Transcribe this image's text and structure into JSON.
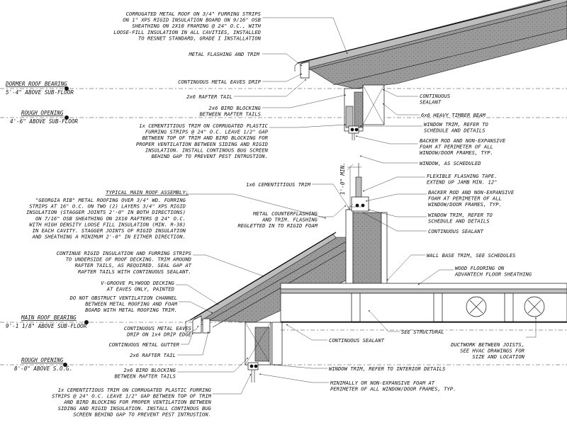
{
  "levels": {
    "dormer_bearing": {
      "title": "DORMER ROOF BEARING",
      "value": "5'-4\" ABOVE SUB-FLOOR"
    },
    "rough_opening_upper": {
      "title": "ROUGH OPENING",
      "value": "4'-6\" ABOVE SUB-FLOOR"
    },
    "main_bearing": {
      "title": "MAIN ROOF BEARING",
      "value": "9'-1 1/8\" ABOVE SUB-FLOOR"
    },
    "rough_opening_lower": {
      "title": "ROUGH OPENING",
      "value": "8'-0\" ABOVE S.O.G."
    }
  },
  "dimension": {
    "label": "1'-0\" MIN."
  },
  "notes": {
    "corrugated_roof": [
      "CORRUGATED METAL ROOF ON 3/4\" FURRING STRIPS",
      "ON 1\" XPS RIGID INSULATION BOARD ON 9/16\" OSB",
      "SHEATHING ON 2X10 FRAMING @ 24\" O.C., WITH",
      "LOOSE-FILL INSULATION IN ALL CAVITIES, INSTALLED",
      "TO RESNET STANDARD, GRADE I INSTALLATION"
    ],
    "metal_flashing": [
      "METAL FLASHING AND TRIM"
    ],
    "eaves_drip_upper": [
      "CONTINUOUS METAL EAVES DRIP"
    ],
    "rafter_tail_upper": [
      "2x6 RAFTER TAIL"
    ],
    "bird_blocking_upper": [
      "2x6 BIRD BLOCKING",
      "BETWEEN RAFTER TAILS"
    ],
    "cementitious_upper": [
      "1x CEMENTITIOUS TRIM ON CORRUGATED PLASTIC",
      "FURRING STRIPS @ 24\" O.C. LEAVE 1/2\" GAP",
      "BETWEEN TOP OF TRIM AND BIRD BLOCKING FOR",
      "PROPER VENTILATION BETWEEN SIDING AND RIGID",
      "INSULATION. INSTALL CONTINOUS BUG SCREEN",
      "BEHIND GAP TO PREVENT PEST INTRUSTION."
    ],
    "typical_main_roof_title": "TYPICAL MAIN ROOF ASSEMBLY:",
    "typical_main_roof": [
      "\"GEORGIA RIB\" METAL ROOFING OVER 3/4\" WD. FURRING",
      "STRIPS AT 16\" O.C. ON TWO (2) LAYERS 3/4\" XPS RIGID",
      "INSULATION (STAGGER JOINTS 2'-0\" IN BOTH DIRECTIONS)",
      "ON 7/16\" OSB SHEATHING ON 2X10 RAFTERS @ 24\" O.C.",
      "WITH HIGH DENSITY LOOSE FILL INSULATION (MIN. R-38)",
      "IN EACH CAVITY. STAGGER JOINTS OF RIGID INSULATION",
      "AND SHEATHING A MINIMUM 2'-0\" IN EITHER DIRECTION."
    ],
    "continue_rigid": [
      "CONTINUE RIGID INSULATION AND FURRING STRIPS",
      "TO UNDERSIDE OF ROOF DECKING. TRIM AROUND",
      "RAFTER TAILS, AS REQUIRED. SEAL GAP AT",
      "RAFTER TAILS WITH CONTINUOUS SEALANT."
    ],
    "v_groove": [
      "V-GROOVE PLYWOOD DECKING",
      "AT EAVES ONLY, PAINTED"
    ],
    "do_not_obstruct": [
      "DO NOT OBSTRUCT VENTILATION CHANNEL",
      "BETWEEN METAL ROOFING AND FOAM",
      "BOARD WITH METAL ROOFING TRIM."
    ],
    "eaves_drip_lower": [
      "CONTINUOUS METAL EAVES",
      "DRIP ON 1x4 DRIP EDGE"
    ],
    "gutter": [
      "CONTINUOUS METAL GUTTER"
    ],
    "rafter_tail_lower": [
      "2x6 RAFTER TAIL"
    ],
    "bird_blocking_lower": [
      "2x6 BIRD BLOCKING",
      "BETWEEN RAFTER TAILS"
    ],
    "cementitious_lower": [
      "1x CEMENTITIOUS TRIM ON CORRUGATED PLASTIC FURRING",
      "STRIPS @ 24\" O.C. LEAVE 1/2\" GAP BETWEEN TOP OF TRIM",
      "AND BIRD BLOCKING FOR PROPER VENTILATION BETWEEN",
      "SIDING AND RIGID INSULATION. INSTALL CONTINOUS BUG",
      "SCREEN BEHIND GAP TO PREVENT PEST INTRUSTION."
    ],
    "continuous_sealant_top": [
      "CONTINUOUS",
      "SEALANT"
    ],
    "heavy_timber": [
      "6x6 HEAVY TIMBER BEAM"
    ],
    "window_trim_upper": [
      "WINDOW TRIM, REFER TO",
      "SCHEDULE AND DETAILS"
    ],
    "backer_rod_upper": [
      "BACKER ROD AND NON-EXPANSIVE",
      "FOAM AT PERIMETER OF ALL",
      "WINDOW/DOOR FRAMES, TYP."
    ],
    "window_scheduled": [
      "WINDOW, AS SCHEDULED"
    ],
    "flexible_flashing": [
      "FLEXIBLE FLASHING TAPE.",
      "EXTEND UP JAMB MIN. 12\""
    ],
    "backer_rod_mid": [
      "BACKER ROD AND NON-EXPANSIVE",
      "FOAM AT PERIMETER OF ALL",
      "WINDOW/DOOR FRAMES, TYP."
    ],
    "window_trim_mid": [
      "WINDOW TRIM, REFER TO",
      "SCHEDULE AND DETAILS"
    ],
    "continuous_sealant_mid": [
      "CONTINUOUS SEALANT"
    ],
    "cementitious_1x": [
      "1x6 CEMENTITIOUS TRIM"
    ],
    "counterflashing": [
      "METAL COUNTERFLASHING",
      "AND TRIM. FLASHING",
      "REGLETTED IN TO RIGID FOAM"
    ],
    "wall_base_trim": [
      "WALL BASE TRIM, SEE SCHEDULES"
    ],
    "wood_flooring": [
      "WOOD FLOORING ON",
      "ADVANTECH FLOOR SHEATHING"
    ],
    "see_structural": [
      "SEE STRUCTURAL"
    ],
    "continuous_sealant_low": [
      "CONTINUOUS SEALANT"
    ],
    "ductwork": [
      "DUCTWORK BETWEEN JOISTS,",
      "SEE HVAC DRAWINGS FOR",
      "SIZE AND LOCATION"
    ],
    "window_trim_interior": [
      "WINDOW TRIM, REFER TO INTERIOR DETAILS"
    ],
    "minimally_foam": [
      "MINIMALLY OR NON-EXPANSIVE FOAM AT",
      "PERIMETER OF ALL WINDOW/DOOR FRAMES, TYP."
    ]
  },
  "colors": {
    "line": "#111111",
    "insulation": "#9a9a9a",
    "light": "#c4c4c4"
  }
}
